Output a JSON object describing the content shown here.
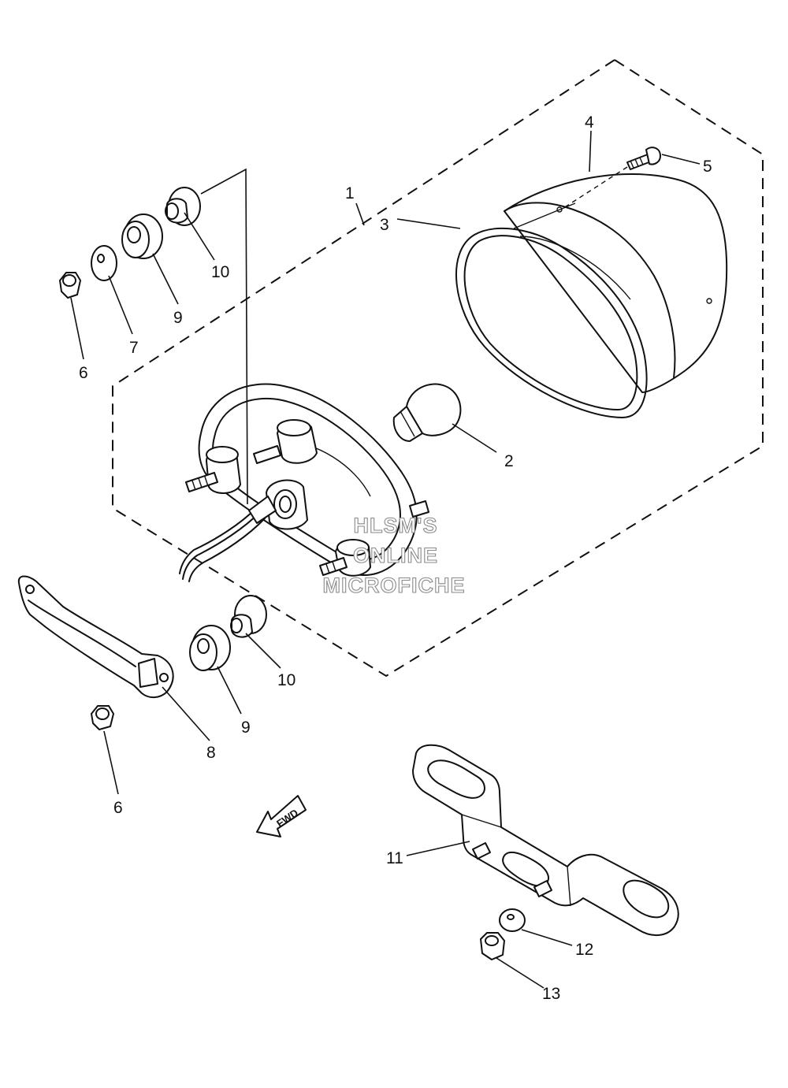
{
  "diagram": {
    "callouts": [
      {
        "id": "c1",
        "label": "1"
      },
      {
        "id": "c2",
        "label": "2"
      },
      {
        "id": "c3",
        "label": "3"
      },
      {
        "id": "c4",
        "label": "4"
      },
      {
        "id": "c5",
        "label": "5"
      },
      {
        "id": "c6a",
        "label": "6"
      },
      {
        "id": "c6b",
        "label": "6"
      },
      {
        "id": "c7",
        "label": "7"
      },
      {
        "id": "c8",
        "label": "8"
      },
      {
        "id": "c9a",
        "label": "9"
      },
      {
        "id": "c9b",
        "label": "9"
      },
      {
        "id": "c10a",
        "label": "10"
      },
      {
        "id": "c10b",
        "label": "10"
      },
      {
        "id": "c11",
        "label": "11"
      },
      {
        "id": "c12",
        "label": "12"
      },
      {
        "id": "c13",
        "label": "13"
      }
    ],
    "direction_arrow": "FWD",
    "watermark": [
      "HLSM'S",
      "ONLINE",
      "MICROFICHE"
    ]
  }
}
